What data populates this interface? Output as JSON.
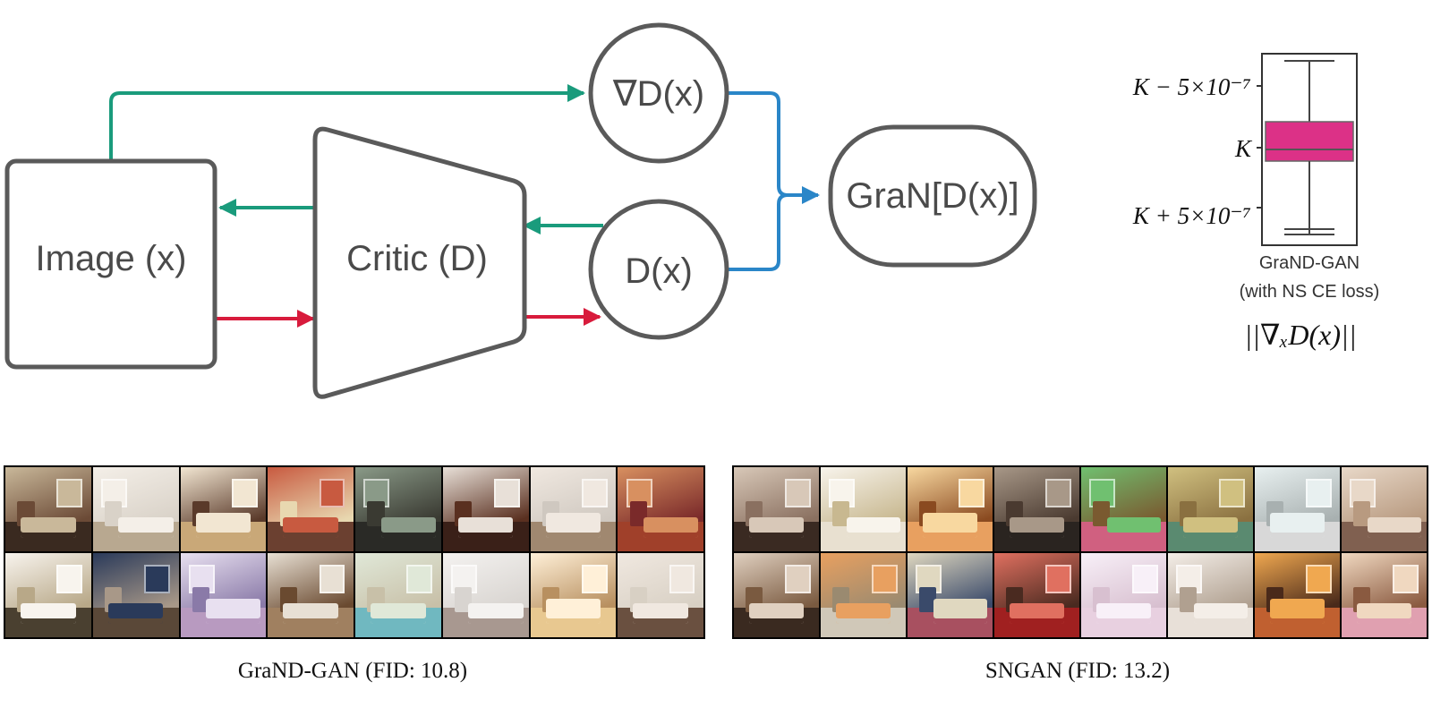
{
  "diagram": {
    "nodes": {
      "image": "Image (x)",
      "critic": "Critic (D)",
      "grad": "∇D(x)",
      "dx": "D(x)",
      "gran": "GraN[D(x)]"
    },
    "colors": {
      "forward_arrow": "#d81b3c",
      "backward_arrow": "#1a9b7c",
      "merge_arrow": "#2a86c8",
      "node_border": "#555555"
    }
  },
  "boxplot": {
    "tick_labels": [
      "K − 5×10⁻⁷",
      "K",
      "K + 5×10⁻⁷"
    ],
    "category_line1": "GraND-GAN",
    "category_line2": "(with NS CE loss)",
    "axis_title": "||∇ₓD(x)||",
    "box_color": "#d81b7a"
  },
  "captions": {
    "left": "GraND-GAN (FID: 10.8)",
    "right": "SNGAN (FID: 13.2)"
  },
  "sample_grids": {
    "left": [
      [
        "#6b4a36",
        "#3a2a20",
        "#c9b89a"
      ],
      [
        "#d9d2c8",
        "#b8a890",
        "#f4efe8"
      ],
      [
        "#5a3a2a",
        "#c9a878",
        "#f2e6d2"
      ],
      [
        "#e8d8b0",
        "#6b4030",
        "#c85a40"
      ],
      [
        "#3a3a32",
        "#2a2a26",
        "#8a9a88"
      ],
      [
        "#5a3020",
        "#3a2018",
        "#e8e0d8"
      ],
      [
        "#cfc8c0",
        "#a08870",
        "#f0e8e0"
      ],
      [
        "#7a2a2a",
        "#a0402a",
        "#d89060"
      ],
      [
        "#b8a888",
        "#4a4030",
        "#f8f4ee"
      ],
      [
        "#a89888",
        "#5a4838",
        "#2a3a5a"
      ],
      [
        "#8a7aa8",
        "#b89ac0",
        "#e8e0f0"
      ],
      [
        "#6a4a30",
        "#a08060",
        "#e8e0d4"
      ],
      [
        "#c8c0a8",
        "#70b8c0",
        "#e0e8d8"
      ],
      [
        "#d8d4d0",
        "#a89890",
        "#f4f2f0"
      ],
      [
        "#b89060",
        "#e8c890",
        "#fff0d8"
      ],
      [
        "#d8d0c4",
        "#6a5040",
        "#f0e8e0"
      ]
    ],
    "right": [
      [
        "#8a7060",
        "#3a2a22",
        "#d8c8b8"
      ],
      [
        "#c8b890",
        "#e8e0d0",
        "#f8f4ec"
      ],
      [
        "#8a4a20",
        "#e8a060",
        "#f8d8a0"
      ],
      [
        "#4a3a30",
        "#2a2420",
        "#a89888"
      ],
      [
        "#7a5a30",
        "#d06080",
        "#70c070"
      ],
      [
        "#8a7040",
        "#5a8a70",
        "#d0c080"
      ],
      [
        "#a8b0b0",
        "#d8d8d8",
        "#e8f0f0"
      ],
      [
        "#b89a80",
        "#806050",
        "#e8d8c8"
      ],
      [
        "#7a5a40",
        "#3a2a20",
        "#e0d0c0"
      ],
      [
        "#9a8a70",
        "#d0c8b8",
        "#e8a060"
      ],
      [
        "#3a4a6a",
        "#a85060",
        "#e0d8c0"
      ],
      [
        "#4a2a20",
        "#a02020",
        "#e07060"
      ],
      [
        "#d8c0d0",
        "#e8d0e0",
        "#f8f0f8"
      ],
      [
        "#b0a090",
        "#e8e0d8",
        "#f4eee8"
      ],
      [
        "#4a2a1a",
        "#c06030",
        "#f0a850"
      ],
      [
        "#8a5a40",
        "#e0a0b0",
        "#f0d8c0"
      ]
    ]
  }
}
